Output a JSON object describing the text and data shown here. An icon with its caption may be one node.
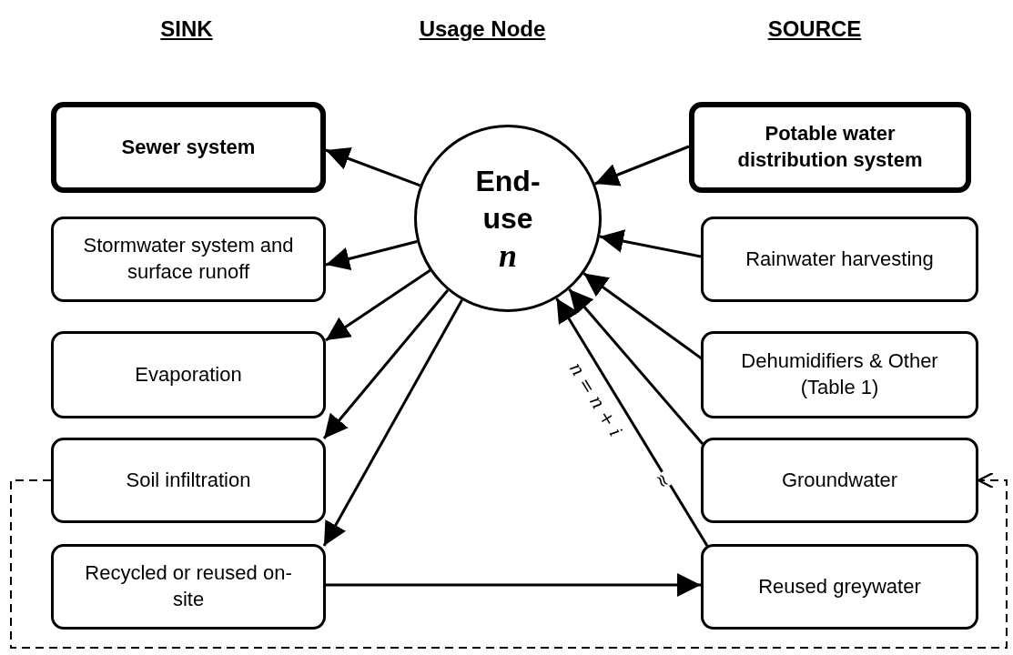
{
  "diagram": {
    "nodes": [
      {
        "text": [
          "Sewer system"
        ]
      },
      {
        "text": [
          "End-use",
          "n"
        ]
      },
      {
        "text": [
          "Potable water distribution system"
        ]
      },
      {
        "text": [
          "Stormwater system and surface runoff"
        ]
      },
      {
        "text": [
          "Rainwater harvesting"
        ]
      },
      {
        "text": [
          "Evaporation"
        ]
      },
      {
        "text": [
          "Dehumidifiers & Other (Table 1)"
        ]
      },
      {
        "text": [
          "Soil infiltration"
        ]
      },
      {
        "text": [
          "Groundwater"
        ]
      },
      {
        "text": [
          "Recycled or reused on-site"
        ]
      },
      {
        "text": [
          "Reused greywater"
        ]
      }
    ],
    "edges": [
      {
        "from": 1,
        "to": 0,
        "arrow": "to"
      },
      {
        "from": 1,
        "to": 3,
        "arrow": "to"
      },
      {
        "from": 1,
        "to": 5,
        "arrow": "to"
      },
      {
        "from": 1,
        "to": 7,
        "arrow": "to"
      },
      {
        "from": 1,
        "to": 9,
        "arrow": "to"
      },
      {
        "from": 2,
        "to": 1,
        "arrow": "to"
      },
      {
        "from": 4,
        "to": 1,
        "arrow": "to"
      },
      {
        "from": 6,
        "to": 1,
        "arrow": "to"
      },
      {
        "from": 8,
        "to": 1,
        "arrow": "to"
      },
      {
        "from": 10,
        "to": 1,
        "arrow": "to",
        "label": "*n* = *n* + *i*"
      },
      {
        "from": 9,
        "to": 10,
        "arrow": "to"
      },
      {
        "from": 7,
        "to": 8,
        "arrow": "to",
        "style": "dashed"
      }
    ],
    "labels": [
      "SINK",
      "Usage Node",
      "SOURCE",
      "≈"
    ]
  }
}
